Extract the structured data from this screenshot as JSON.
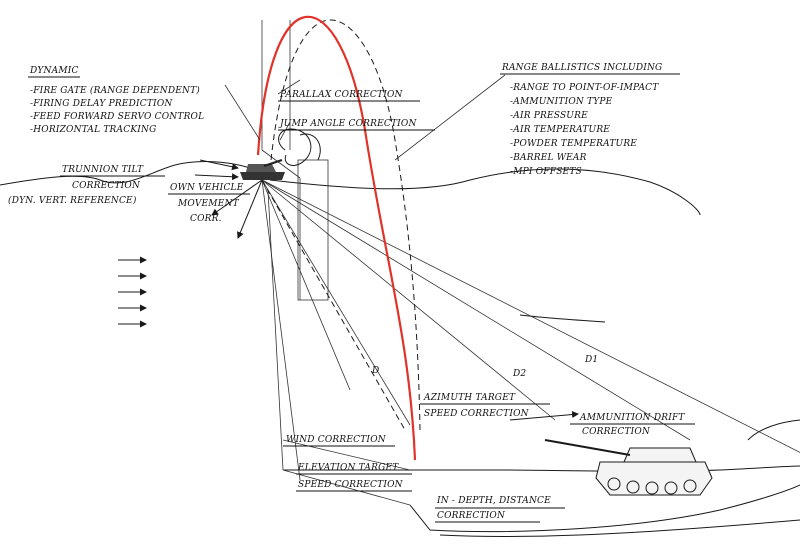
{
  "colors": {
    "trajectory": "#e0332a",
    "ink": "#1a1a1a",
    "background": "#ffffff"
  },
  "dynamic": {
    "title": "DYNAMIC",
    "items": [
      "-FIRE GATE (RANGE DEPENDENT)",
      "-FIRING DELAY PREDICTION",
      "-FEED FORWARD SERVO CONTROL",
      "-HORIZONTAL TRACKING"
    ]
  },
  "range_ballistics": {
    "title": "RANGE BALLISTICS INCLUDING",
    "items": [
      "-RANGE TO POINT-OF-IMPACT",
      "-AMMUNITION TYPE",
      "-AIR PRESSURE",
      "-AIR TEMPERATURE",
      "-POWDER TEMPERATURE",
      "-BARREL WEAR",
      "-MPI OFFSETS"
    ]
  },
  "labels": {
    "parallax": "PARALLAX CORRECTION",
    "jump_angle": "JUMP ANGLE CORRECTION",
    "trunnion_1": "TRUNNION TILT",
    "trunnion_2": "CORRECTION",
    "trunnion_3": "(DYN. VERT. REFERENCE)",
    "own_vehicle_1": "OWN VEHICLE",
    "own_vehicle_2": "MOVEMENT",
    "own_vehicle_3": "CORR.",
    "d": "D",
    "d2": "D2",
    "d1": "D1",
    "azimuth_1": "AZIMUTH TARGET",
    "azimuth_2": "SPEED CORRECTION",
    "drift_1": "AMMUNITION DRIFT",
    "drift_2": "CORRECTION",
    "wind": "WIND CORRECTION",
    "elevation_1": "ELEVATION TARGET",
    "elevation_2": "SPEED CORRECTION",
    "depth_1": "IN - DEPTH, DISTANCE",
    "depth_2": "CORRECTION"
  }
}
